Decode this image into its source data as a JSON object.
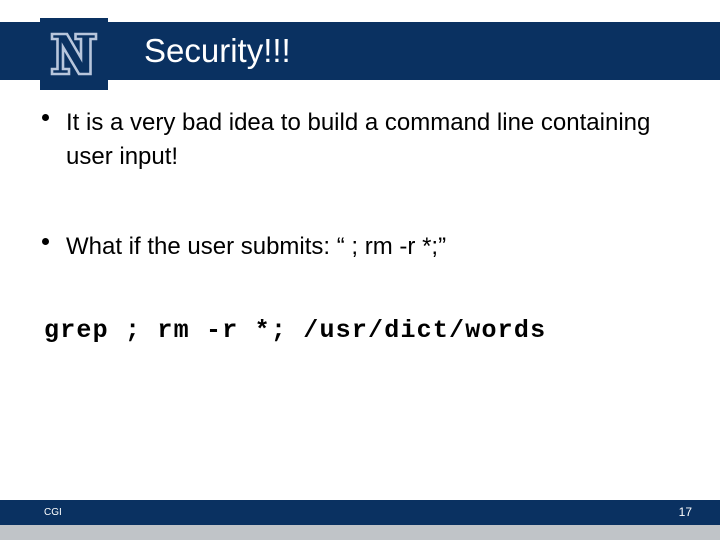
{
  "slide": {
    "title": "Security!!!",
    "logo": {
      "icon": "nevada-n-logo",
      "letter": "N"
    },
    "bullets": [
      {
        "marker": "•",
        "text": "It is a very bad idea to build a command line containing user input!"
      },
      {
        "marker": "•",
        "text": "What if the user submits:   “ ; rm -r *;”"
      }
    ],
    "code": "grep ; rm -r *; /usr/dict/words",
    "footer": {
      "label": "CGI",
      "page_number": "17"
    }
  },
  "colors": {
    "navy": "#0a3161",
    "logo_outline": "#b8c6dc",
    "footer_strip": "#c0c4c8",
    "text": "#000000",
    "title_text": "#ffffff",
    "background": "#ffffff"
  }
}
